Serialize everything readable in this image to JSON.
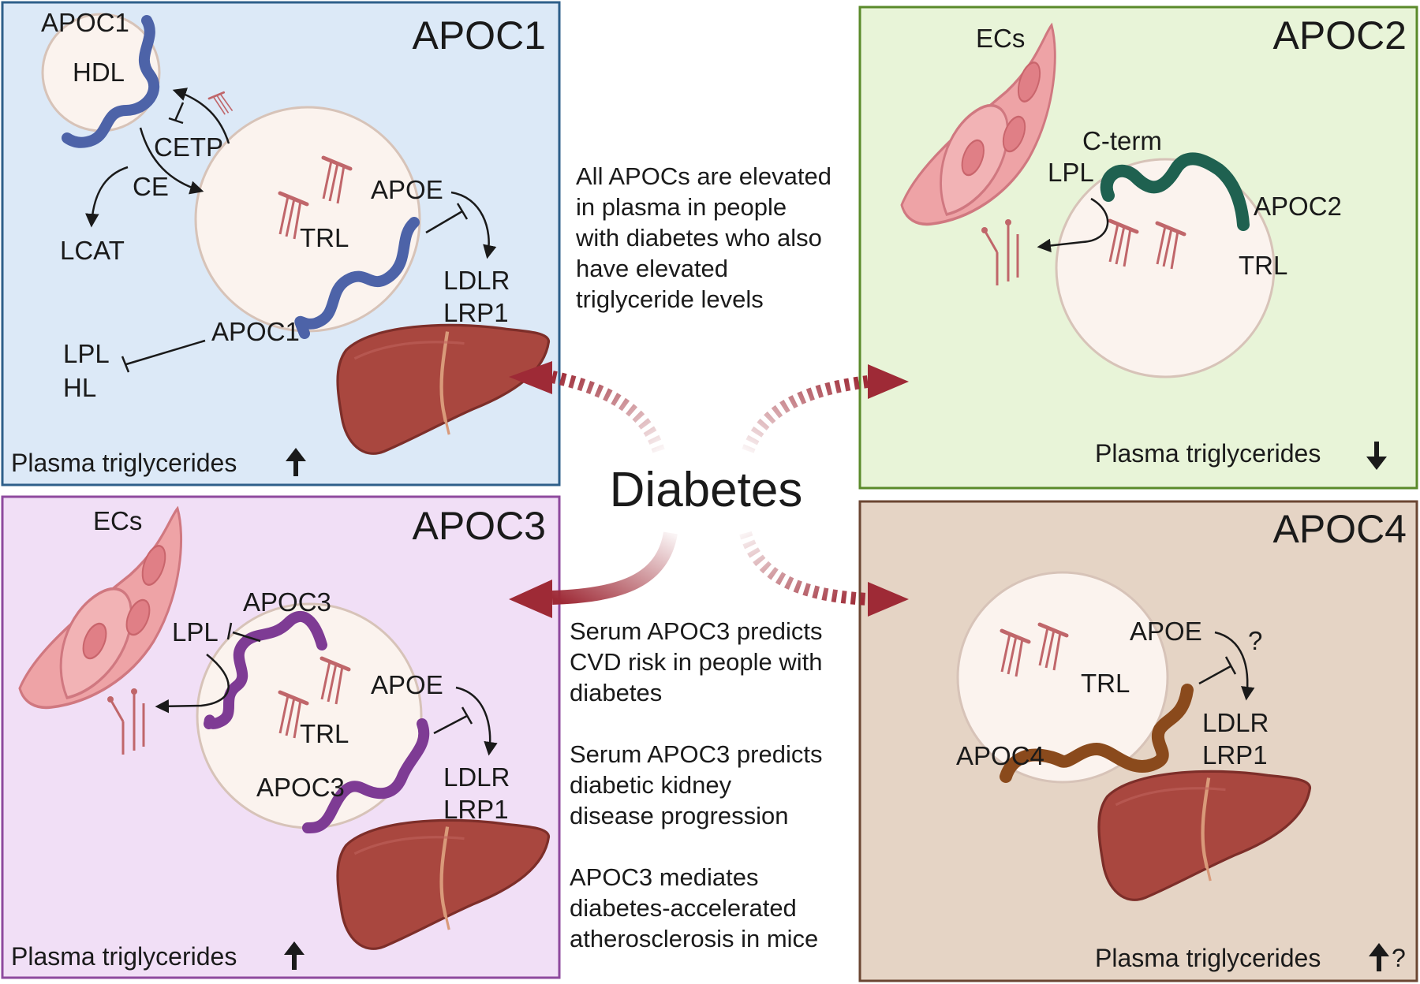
{
  "panels": {
    "apoc1": {
      "title": "APOC1",
      "colors": {
        "bg": "#dce9f7",
        "border": "#2e5f8a"
      },
      "labels": {
        "apoc1_top": "APOC1",
        "hdl": "HDL",
        "cetp": "CETP",
        "ce": "CE",
        "lcat": "LCAT",
        "trl": "TRL",
        "apoe": "APOE",
        "ldlr": "LDLR",
        "lrp1": "LRP1",
        "apoc1_mid": "APOC1",
        "lpl": "LPL",
        "hl": "HL"
      },
      "footer": "Plasma triglycerides",
      "trend": "up"
    },
    "apoc2": {
      "title": "APOC2",
      "colors": {
        "bg": "#e8f4d8",
        "border": "#5a8a2a"
      },
      "labels": {
        "ecs": "ECs",
        "cterm": "C-term",
        "lpl": "LPL",
        "apoc2": "APOC2",
        "trl": "TRL"
      },
      "footer": "Plasma triglycerides",
      "trend": "down"
    },
    "apoc3": {
      "title": "APOC3",
      "colors": {
        "bg": "#f1dff6",
        "border": "#8e4a9e"
      },
      "labels": {
        "ecs": "ECs",
        "apoc3_top": "APOC3",
        "lpl": "LPL",
        "apoe": "APOE",
        "trl": "TRL",
        "apoc3_bottom": "APOC3",
        "ldlr": "LDLR",
        "lrp1": "LRP1"
      },
      "footer": "Plasma triglycerides",
      "trend": "up"
    },
    "apoc4": {
      "title": "APOC4",
      "colors": {
        "bg": "#e5d4c5",
        "border": "#6b4632"
      },
      "labels": {
        "apoe": "APOE",
        "question": "?",
        "trl": "TRL",
        "ldlr": "LDLR",
        "lrp1": "LRP1",
        "apoc4": "APOC4"
      },
      "footer": "Plasma triglycerides",
      "trend": "up",
      "trend_suffix": "?"
    }
  },
  "center": {
    "title": "Diabetes",
    "top_text": [
      "All APOCs are elevated",
      "in plasma in people",
      "with diabetes who also",
      "have elevated",
      "triglyceride levels"
    ],
    "notes": [
      [
        "Serum APOC3 predicts",
        "CVD risk in people with",
        "diabetes"
      ],
      [
        "Serum APOC3 predicts",
        "diabetic kidney",
        "disease progression"
      ],
      [
        "APOC3 mediates",
        "diabetes-accelerated",
        "atherosclerosis in mice"
      ]
    ]
  },
  "colors": {
    "arrow": "#9e2a36",
    "liver": "#a9473f",
    "apoc1_protein": "#4d63a8",
    "apoc2_protein": "#1f6150",
    "apoc3_protein": "#7e3b94",
    "apoc4_protein": "#8a4a1c",
    "lipid": "#c0666a",
    "endothelial": "#eea3a6"
  }
}
